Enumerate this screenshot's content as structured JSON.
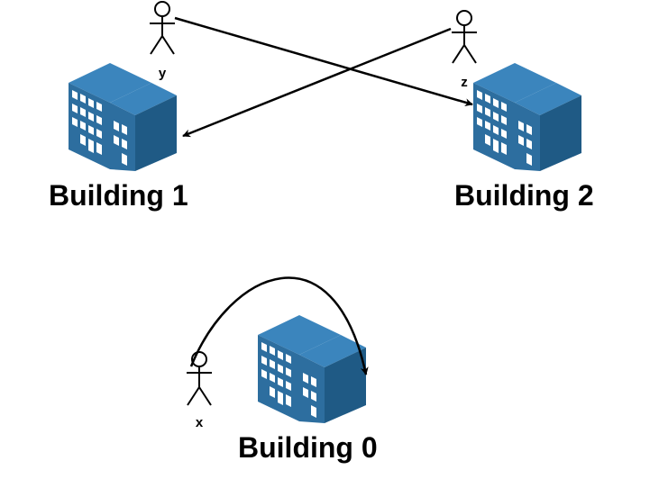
{
  "colors": {
    "building_front": "#2d6e9f",
    "building_side": "#1f5a85",
    "building_top": "#3b85bd",
    "building_window": "#ffffff",
    "stroke": "#000000",
    "background": "#ffffff"
  },
  "buildings": [
    {
      "id": "building-1",
      "label": "Building 1",
      "icon": "office-building-icon"
    },
    {
      "id": "building-2",
      "label": "Building 2",
      "icon": "office-building-icon"
    },
    {
      "id": "building-0",
      "label": "Building 0",
      "icon": "office-building-icon"
    }
  ],
  "actors": [
    {
      "id": "actor-y",
      "label": "y",
      "icon": "stick-figure-icon"
    },
    {
      "id": "actor-z",
      "label": "z",
      "icon": "stick-figure-icon"
    },
    {
      "id": "actor-x",
      "label": "x",
      "icon": "stick-figure-icon"
    }
  ],
  "connectors": [
    {
      "id": "y-to-building-2",
      "from": "y",
      "to": "Building 2",
      "style": "straight-arrow"
    },
    {
      "id": "z-to-building-1",
      "from": "z",
      "to": "Building 1",
      "style": "straight-arrow"
    },
    {
      "id": "x-to-building-0",
      "from": "x",
      "to": "Building 0",
      "style": "curved-arrow"
    }
  ]
}
